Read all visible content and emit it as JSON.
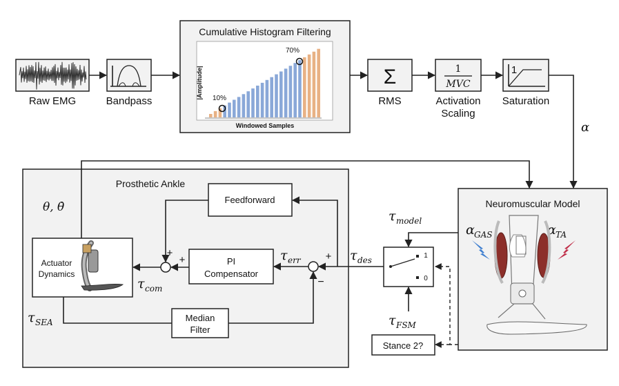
{
  "blocks": {
    "raw_emg": "Raw EMG",
    "bandpass": "Bandpass",
    "histogram_title": "Cumulative Histogram Filtering",
    "histogram_ylabel": "|Amplitude|",
    "histogram_xlabel": "Windowed Samples",
    "pct_low": "10%",
    "pct_high": "70%",
    "rms_symbol": "Σ",
    "rms": "RMS",
    "scaling_num": "1",
    "scaling_den": "MVC",
    "scaling_line1": "Activation",
    "scaling_line2": "Scaling",
    "sat_one": "1",
    "saturation": "Saturation",
    "alpha": "α",
    "prosthetic_ankle": "Prosthetic Ankle",
    "feedforward": "Feedforward",
    "pi_line1": "PI",
    "pi_line2": "Compensator",
    "median_line1": "Median",
    "median_line2": "Filter",
    "actuator_line1": "Actuator",
    "actuator_line2": "Dynamics",
    "neuromuscular": "Neuromuscular Model",
    "stance": "Stance 2?"
  },
  "symbols": {
    "theta": "θ, θ̇",
    "tau_sea": "τ",
    "tau_sea_sub": "SEA",
    "tau_com": "τ",
    "tau_com_sub": "com",
    "tau_err": "τ",
    "tau_err_sub": "err",
    "tau_des": "τ",
    "tau_des_sub": "des",
    "tau_model": "τ",
    "tau_model_sub": "model",
    "tau_fsm": "τ",
    "tau_fsm_sub": "FSM",
    "alpha_gas": "α",
    "alpha_gas_sub": "GAS",
    "alpha_ta": "α",
    "alpha_ta_sub": "TA",
    "plus": "+",
    "minus": "−",
    "switch_1": "1",
    "switch_0": "0"
  },
  "colors": {
    "bar_orange": "#e8b184",
    "bar_blue": "#8aa8d8",
    "panel_fill": "#f2f2f2",
    "lightning_blue": "#3f7fd0",
    "lightning_red": "#c0304a"
  }
}
